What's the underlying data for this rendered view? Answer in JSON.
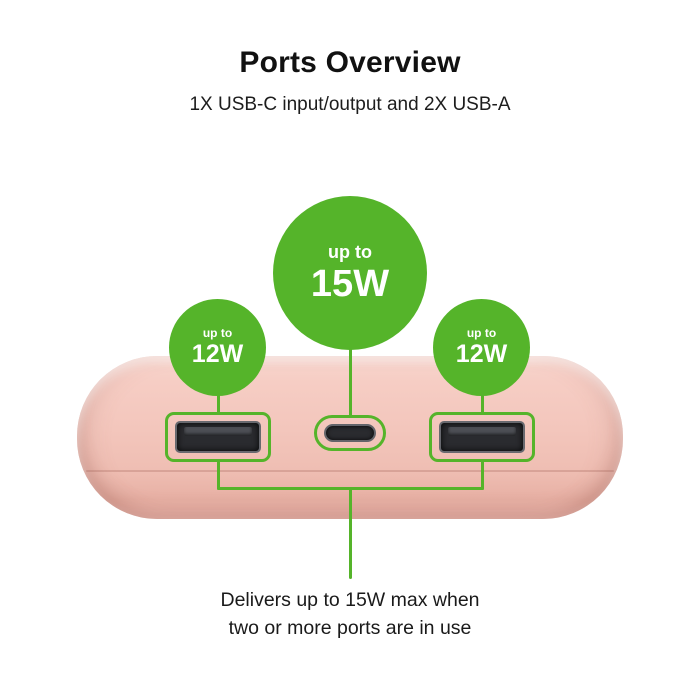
{
  "header": {
    "title": "Ports Overview",
    "subtitle": "1X USB-C input/output and 2X USB-A"
  },
  "callouts": {
    "usbc": {
      "prefix": "up to",
      "value": "15W"
    },
    "usba_left": {
      "prefix": "up to",
      "value": "12W"
    },
    "usba_right": {
      "prefix": "up to",
      "value": "12W"
    }
  },
  "footnote": {
    "line1": "Delivers up to 15W max when",
    "line2": "two or more ports are in use"
  },
  "colors": {
    "accent_green": "#55b42a",
    "device_pink": "#f3c6bc",
    "port_dark": "#2a2b2f",
    "text_dark": "#111111"
  }
}
